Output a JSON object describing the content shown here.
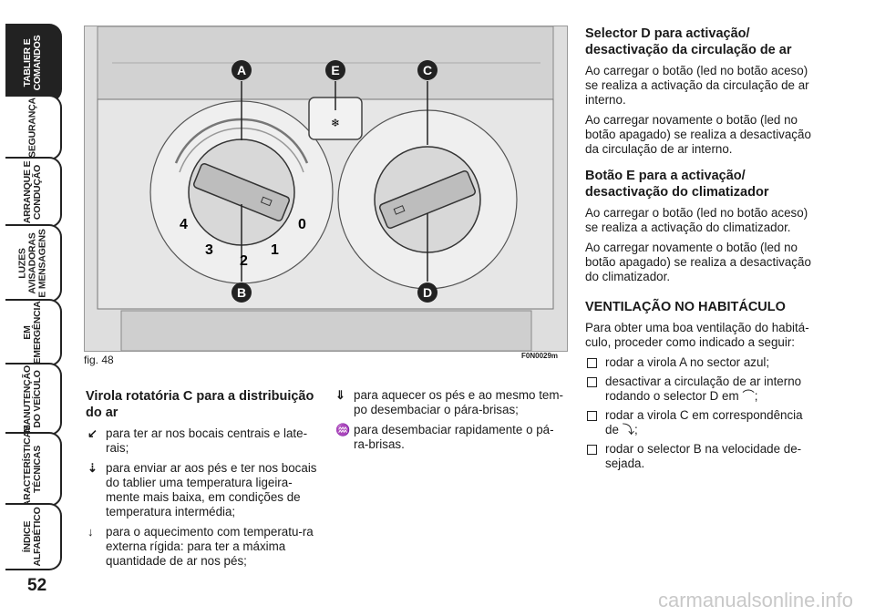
{
  "sidebar": {
    "tabs": [
      {
        "label": "TABLIER E\nCOMANDOS",
        "active": true
      },
      {
        "label": "SEGURANÇA",
        "active": false
      },
      {
        "label": "ARRANQUE E\nCONDUÇÃO",
        "active": false
      },
      {
        "label": "LUZES\nAVISADORAS\nE MENSAGENS",
        "active": false
      },
      {
        "label": "EM\nEMERGÊNCIA",
        "active": false
      },
      {
        "label": "MANUTENÇÃO\nDO VEÍCULO",
        "active": false
      },
      {
        "label": "CARACTERÍSTICAS\nTÉCNICAS",
        "active": false
      },
      {
        "label": "ÍNDICE\nALFABÉTICO",
        "active": false
      }
    ],
    "page_number": "52"
  },
  "figure": {
    "caption": "fig. 48",
    "code": "F0N0029m",
    "callouts": {
      "A": "A",
      "E": "E",
      "C": "C",
      "B": "B",
      "D": "D"
    },
    "left_knob_numbers": {
      "n0": "0",
      "n1": "1",
      "n2": "2",
      "n3": "3",
      "n4": "4"
    }
  },
  "col1": {
    "heading": "Virola rotatória C para a distribuição do ar",
    "items": [
      {
        "icon": "face-vent-icon",
        "text": "para ter ar nos bocais centrais e late-rais;"
      },
      {
        "icon": "face-feet-icon",
        "text": "para enviar ar aos pés e ter nos bocais do tablier uma temperatura ligeira-mente mais baixa, em condições de temperatura intermédia;"
      },
      {
        "icon": "feet-icon",
        "text": "para o aquecimento com temperatu-ra externa rígida: para ter a máxima quantidade de ar nos pés;"
      }
    ]
  },
  "col2": {
    "items": [
      {
        "icon": "feet-defrost-icon",
        "text": "para aquecer os pés e ao mesmo tem-po desembaciar o pára-brisas;"
      },
      {
        "icon": "windscreen-defrost-icon",
        "text": "para desembaciar rapidamente o pá-ra-brisas."
      }
    ]
  },
  "col3": {
    "heading1": "Selector D para activação/ desactivação da circulação de ar",
    "p1": "Ao carregar o botão (led no botão aceso) se realiza a activação da circulação de ar interno.",
    "p2": "Ao carregar novamente o botão (led no botão apagado) se realiza a desactivação da circulação de ar interno.",
    "heading2": "Botão E para a activação/ desactivação do climatizador",
    "p3": "Ao carregar o botão (led no botão aceso) se realiza a activação do climatizador.",
    "p4": "Ao carregar novamente o botão (led no botão apagado) se realiza a desactivação do climatizador.",
    "heading3": "VENTILAÇÃO NO HABITÁCULO",
    "p5": "Para obter uma boa ventilação do habitá-culo, proceder como indicado a seguir:",
    "steps": [
      "rodar a virola A no sector azul;",
      "desactivar a circulação de ar interno rodando o selector D em ⌒;",
      "rodar a virola C em correspondência de ⤵;",
      "rodar o selector B na velocidade de-sejada."
    ]
  },
  "watermark": "carmanualsonline.info"
}
